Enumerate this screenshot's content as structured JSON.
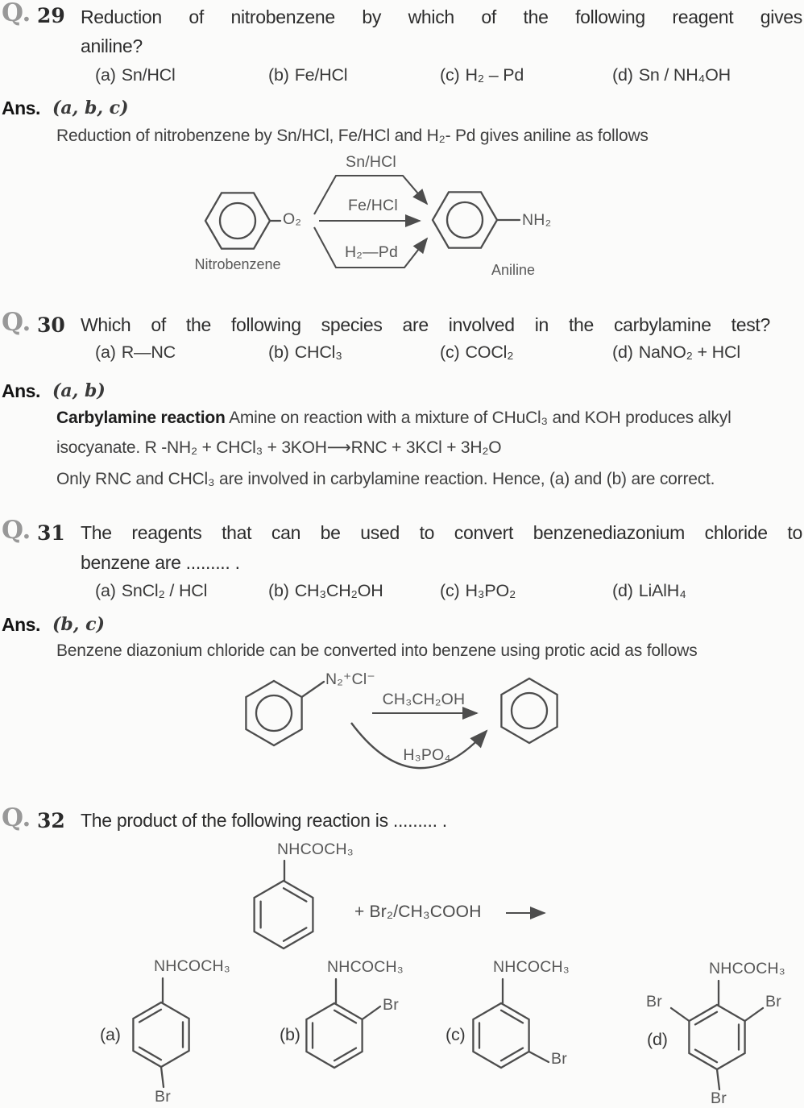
{
  "q29": {
    "label": "Q.",
    "number": "29",
    "line1": "Reduction of nitrobenzene by which of the following reagent gives",
    "line2": "aniline?",
    "options": [
      {
        "letter": "(a)",
        "text": "Sn/HCl"
      },
      {
        "letter": "(b)",
        "text": "Fe/HCl"
      },
      {
        "letter": "(c)",
        "text": "H₂ – Pd"
      },
      {
        "letter": "(d)",
        "text": "Sn / NH₄OH"
      }
    ],
    "ans_label": "Ans.",
    "answer": "(a, b, c)",
    "explanation": "Reduction of nitrobenzene by Sn/HCl, Fe/HCl and H₂- Pd gives aniline as follows",
    "scheme": {
      "reactant_substituent": "O₂",
      "reactant_name": "Nitrobenzene",
      "reagent_top": "Sn/HCl",
      "reagent_middle": "Fe/HCl",
      "reagent_bottom": "H₂—Pd",
      "product_substituent": "NH₂",
      "product_name": "Aniline"
    }
  },
  "q30": {
    "label": "Q.",
    "number": "30",
    "line1": "Which of the following species are involved in the carbylamine test?",
    "options": [
      {
        "letter": "(a)",
        "text": "R—NC"
      },
      {
        "letter": "(b)",
        "text": "CHCl₃"
      },
      {
        "letter": "(c)",
        "text": "COCl₂"
      },
      {
        "letter": "(d)",
        "text": "NaNO₂ + HCl"
      }
    ],
    "ans_label": "Ans.",
    "answer": "(a, b)",
    "explanation_bold": "Carbylamine reaction",
    "explanation_rest": " Amine on reaction with a mixture of CHuCl₃ and KOH produces alkyl",
    "explanation_line2": "isocyanate. R -NH₂ + CHCl₃ + 3KOH⟶RNC + 3KCl + 3H₂O",
    "explanation_line3": "Only RNC and CHCl₃  are involved in carbylamine reaction. Hence, (a) and (b) are correct."
  },
  "q31": {
    "label": "Q.",
    "number": "31",
    "line1": "The reagents that can be used to convert benzenediazonium chloride to",
    "line2": "benzene are ......... .",
    "options": [
      {
        "letter": "(a)",
        "text": "SnCl₂ / HCl"
      },
      {
        "letter": "(b)",
        "text": "CH₃CH₂OH"
      },
      {
        "letter": "(c)",
        "text": "H₃PO₂"
      },
      {
        "letter": "(d)",
        "text": "LiAlH₄"
      }
    ],
    "ans_label": "Ans.",
    "answer": "(b, c)",
    "explanation": "Benzene diazonium chloride can be converted into benzene using protic acid as follows",
    "diagram": {
      "diazonium_group": "N₂⁺Cl⁻",
      "arrow_top_label": "CH₃CH₂OH",
      "arrow_curved_label": "H₃PO₄"
    }
  },
  "q32": {
    "label": "Q.",
    "number": "32",
    "line1": "The product of the following reaction is ......... .",
    "reaction": {
      "substituent": "NHCOCH₃",
      "reagents": "+ Br₂/CH₃COOH"
    },
    "options": [
      {
        "letter": "(a)",
        "top_group": "NHCOCH₃",
        "isomer": "para",
        "br_para": "Br"
      },
      {
        "letter": "(b)",
        "top_group": "NHCOCH₃",
        "isomer": "ortho",
        "br_ortho": "Br"
      },
      {
        "letter": "(c)",
        "top_group": "NHCOCH₃",
        "isomer": "meta",
        "br_meta": "Br"
      },
      {
        "letter": "(d)",
        "top_group": "NHCOCH₃",
        "isomer": "2,4,6-tribromo",
        "br_ortho_left": "Br",
        "br_ortho_right": "Br",
        "br_para": "Br"
      }
    ]
  }
}
